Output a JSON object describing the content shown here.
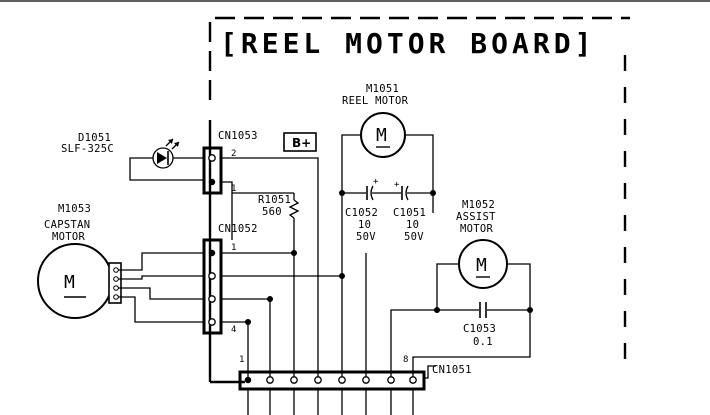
{
  "board": {
    "title": "[REEL MOTOR BOARD]"
  },
  "components": {
    "d1051": {
      "ref": "D1051",
      "part": "SLF-325C"
    },
    "m1053": {
      "ref": "M1053",
      "name_line1": "CAPSTAN",
      "name_line2": "MOTOR",
      "symbol": "M"
    },
    "m1051": {
      "ref": "M1051",
      "name": "REEL MOTOR",
      "symbol": "M"
    },
    "m1052": {
      "ref": "M1052",
      "name_line1": "ASSIST",
      "name_line2": "MOTOR",
      "symbol": "M"
    },
    "r1051": {
      "ref": "R1051",
      "value": "560"
    },
    "c1052": {
      "ref": "C1052",
      "value": "10",
      "voltage": "50V"
    },
    "c1051": {
      "ref": "C1051",
      "value": "10",
      "voltage": "50V"
    },
    "c1053": {
      "ref": "C1053",
      "value": "0.1"
    }
  },
  "connectors": {
    "cn1053": {
      "ref": "CN1053",
      "pin_top": "2",
      "pin_bottom": "1"
    },
    "cn1052": {
      "ref": "CN1052",
      "pin_top": "1",
      "pin_bottom": "4"
    },
    "cn1051": {
      "ref": "CN1051",
      "pin_first": "1",
      "pin_last": "8"
    }
  },
  "supply": {
    "label": "B+"
  }
}
